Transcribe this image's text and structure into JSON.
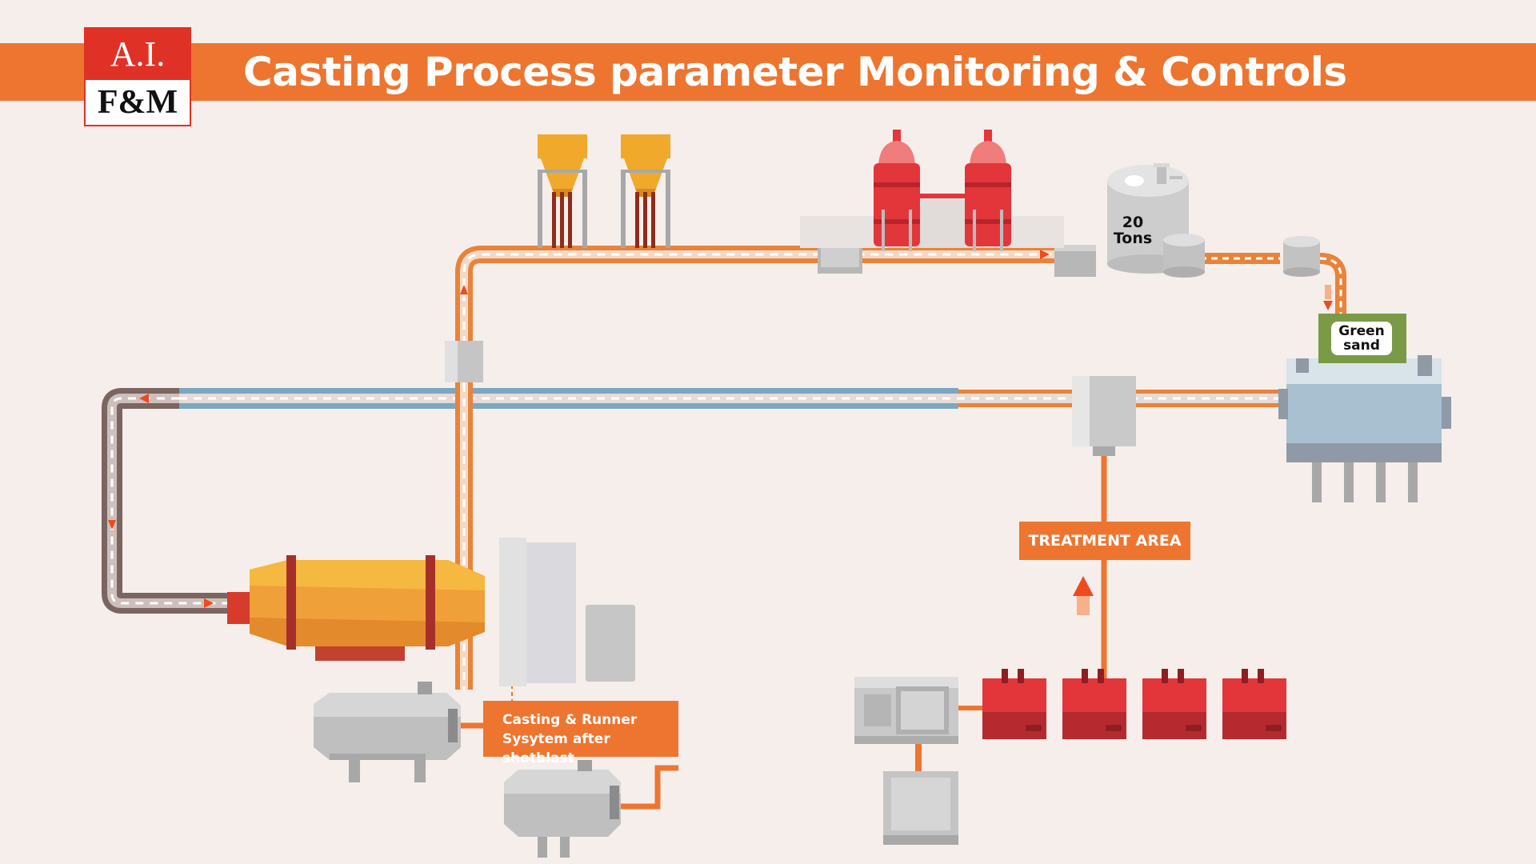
{
  "header": {
    "logo_line1": "A.I.",
    "logo_line2": "F&M",
    "title": "Casting Process parameter Monitoring & Controls"
  },
  "labels": {
    "treatment_area": "TREATMENT AREA",
    "casting_line1": "Casting & Runner",
    "casting_line2": "Sysytem after shotblast",
    "tank_line1": "20",
    "tank_line2": "Tons",
    "green_line1": "Green",
    "green_line2": "sand"
  },
  "colors": {
    "banner": "#ee7530",
    "logo_red": "#e03127",
    "background": "#f5eeeb",
    "pipe_orange": "#e8833a",
    "pipe_blue": "#7aa7c2",
    "pipe_brown": "#7b6560",
    "silo_red": "#e2363b",
    "furnace_orange": "#f0a038",
    "green_sand": "#7a9a46"
  }
}
